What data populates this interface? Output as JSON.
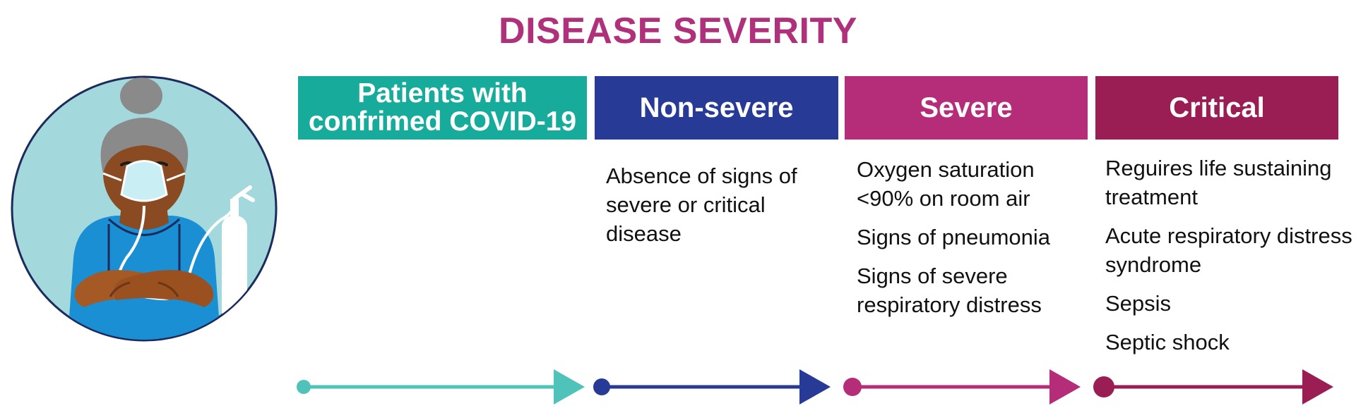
{
  "title": "DISEASE SEVERITY",
  "stages": [
    {
      "name": "Patients with confrimed COVID-19",
      "lines": [
        "Patients with",
        "confrimed COVID-19"
      ],
      "color": "#17ab9b",
      "arrow_color": "#4fc3b9",
      "criteria": []
    },
    {
      "name": "Non-severe",
      "lines": [
        "Non-severe"
      ],
      "color": "#263a96",
      "arrow_color": "#263a96",
      "criteria": [
        "Absence of signs of severe or critical disease"
      ]
    },
    {
      "name": "Severe",
      "lines": [
        "Severe"
      ],
      "color": "#b52c79",
      "arrow_color": "#b52c79",
      "criteria": [
        "Oxygen saturation <90% on room air",
        "Signs of pneumonia",
        "Signs of severe respiratory distress"
      ]
    },
    {
      "name": "Critical",
      "lines": [
        "Critical"
      ],
      "color": "#9a1d54",
      "arrow_color": "#9a1d54",
      "criteria": [
        "Reguires life sustaining treatment",
        "Acute respiratory distress syndrome",
        "Sepsis",
        "Septic shock"
      ]
    }
  ],
  "colors": {
    "title": "#b0317b",
    "portrait_bg": "#a3d9dc",
    "portrait_ring": "#1c2a5c"
  }
}
